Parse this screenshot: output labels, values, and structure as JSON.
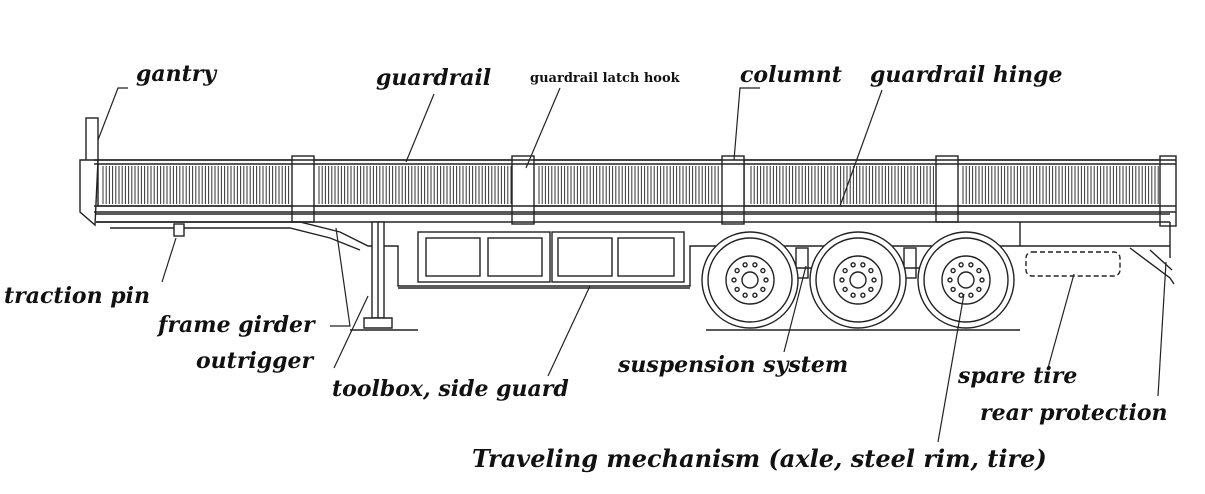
{
  "labels": {
    "gantry": "gantry",
    "guardrail": "guardrail",
    "guardrail_latch_hook": "guardrail latch hook",
    "columnt": "columnt",
    "guardrail_hinge": "guardrail hinge",
    "traction_pin": "traction pin",
    "frame_girder": "frame girder",
    "outrigger": "outrigger",
    "toolbox_side_guard": "toolbox, side guard",
    "suspension_system": "suspension system",
    "spare_tire": "spare tire",
    "rear_protection": "rear protection",
    "traveling_mechanism": "Traveling mechanism (axle, steel rim, tire)"
  },
  "colors": {
    "line": "#222222",
    "background": "#ffffff"
  }
}
